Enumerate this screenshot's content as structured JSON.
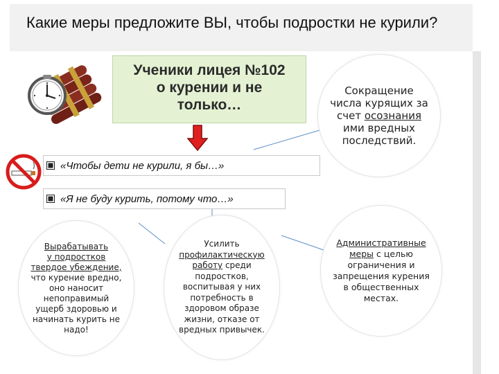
{
  "header": {
    "title": "Какие меры предложите ВЫ, чтобы подростки не курили?"
  },
  "lyceum_box": {
    "lines": [
      "Ученики лицея №102",
      "о курении и не",
      "только…"
    ]
  },
  "prompts": {
    "first": "«Чтобы дети не курили, я бы…»",
    "second": "«Я не буду курить, потому что…»"
  },
  "bubbles": {
    "top_right": {
      "line1": "Сокращение",
      "line2": "числа курящих за",
      "line3_pre": "счет ",
      "line3_u": "осознания",
      "line4": "ими вредных",
      "line5": "последствий."
    },
    "left": {
      "line1_u": "Вырабатывать",
      "line2_u": "у подростков",
      "line3_u": "твердое убеждение,",
      "line4": "что курение вредно,",
      "line5": "оно наносит",
      "line6": "непоправимый",
      "line7": "ущерб здоровью и",
      "line8": "начинать курить не",
      "line9": "надо!"
    },
    "middle": {
      "line1": "Усилить",
      "line2_u": "профилактическую",
      "line3_u": "работу",
      "line3_post": " среди",
      "line4": "подростков,",
      "line5": "воспитывая у них",
      "line6": "потребность в",
      "line7": "здоровом образе",
      "line8": "жизни, отказе от",
      "line9": "вредных привычек."
    },
    "right": {
      "line1_u": "Административные",
      "line2_u": "меры",
      "line2_post": " с целью",
      "line3": "ограничения и",
      "line4": "запрещения курения",
      "line5": "в общественных",
      "line6": "местах."
    }
  },
  "icons": {
    "bomb": "time-bomb-icon",
    "no_smoking": "no-smoking-icon",
    "arrow": "down-arrow-icon",
    "bullet": "checkbox-bullet-icon"
  },
  "colors": {
    "box_fill": "#e4f2d3",
    "arrow_red": "#e02020",
    "no_smoking_red": "#d81c1c",
    "connector_blue": "#5b8fc7"
  }
}
